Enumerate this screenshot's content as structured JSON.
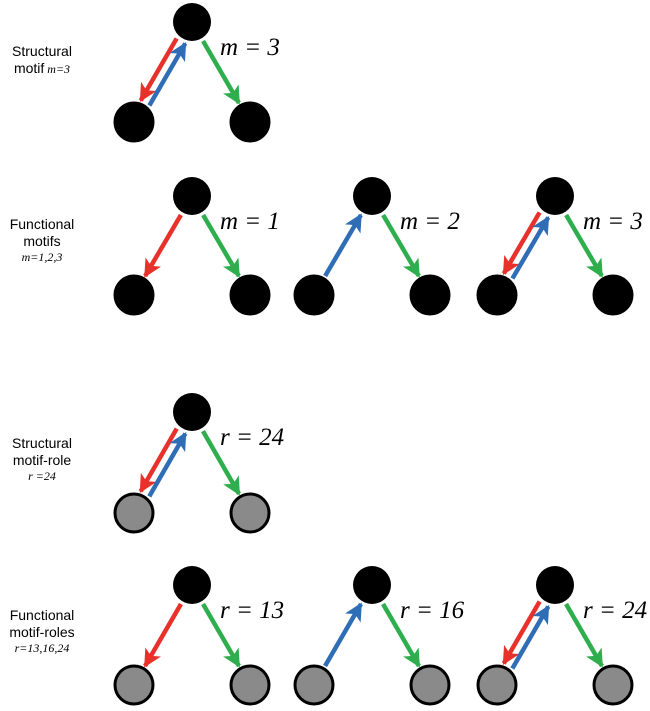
{
  "colors": {
    "red": "#e8312b",
    "blue": "#2f6db5",
    "green": "#2eae4c",
    "node_black": "#000000",
    "node_gray": "#8a8a8a"
  },
  "rows": [
    {
      "label_lines": [
        "Structural",
        "motif"
      ],
      "label_suffix": "m=3",
      "motifs": [
        {
          "label": "m = 3",
          "arrows": [
            "red",
            "blue",
            "green"
          ],
          "bottom_fill": "black"
        }
      ]
    },
    {
      "label_lines": [
        "Functional",
        "motifs"
      ],
      "sublabel": "m=1,2,3",
      "motifs": [
        {
          "label": "m = 1",
          "arrows": [
            "red",
            "green"
          ],
          "bottom_fill": "black"
        },
        {
          "label": "m = 2",
          "arrows": [
            "blue",
            "green"
          ],
          "bottom_fill": "black"
        },
        {
          "label": "m = 3",
          "arrows": [
            "red",
            "blue",
            "green"
          ],
          "bottom_fill": "black"
        }
      ]
    },
    {
      "label_lines": [
        "Structural",
        "motif-role"
      ],
      "sublabel": "r =24",
      "motifs": [
        {
          "label": "r = 24",
          "arrows": [
            "red",
            "blue",
            "green"
          ],
          "bottom_fill": "gray"
        }
      ]
    },
    {
      "label_lines": [
        "Functional",
        "motif-roles"
      ],
      "sublabel": "r=13,16,24",
      "motifs": [
        {
          "label": "r = 13",
          "arrows": [
            "red",
            "green"
          ],
          "bottom_fill": "gray"
        },
        {
          "label": "r = 16",
          "arrows": [
            "blue",
            "green"
          ],
          "bottom_fill": "gray"
        },
        {
          "label": "r = 24",
          "arrows": [
            "red",
            "blue",
            "green"
          ],
          "bottom_fill": "gray"
        }
      ]
    }
  ]
}
